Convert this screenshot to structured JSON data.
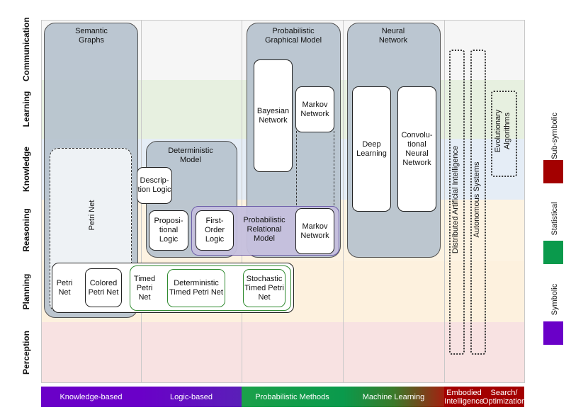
{
  "rows": [
    "Communication",
    "Learning",
    "Knowledge",
    "Reasoning",
    "Planning",
    "Perception"
  ],
  "columns": [
    "Knowledge-based",
    "Logic-based",
    "Probabilistic Methods",
    "Machine Learning",
    "Embodied Intelligence",
    "Search/ Optimization"
  ],
  "groups": {
    "semantic_graphs": "Semantic Graphs",
    "deterministic_model": "Deterministic Model",
    "pgm": "Probabilistic Graphical Model",
    "neural_network": "Neural Network",
    "petri_net_vertical": "Petri Net"
  },
  "nodes": {
    "description_logic": "Descrip-tion Logic",
    "propositional_logic": "Proposi-tional Logic",
    "first_order_logic": "First-Order Logic",
    "prm": "Probabilistic Relational Model",
    "bayesian_network": "Bayesian Network",
    "markov_network_top": "Markov Network",
    "markov_network_bottom": "Markov Network",
    "deep_learning": "Deep Learning",
    "cnn": "Convolu-tional Neural Network",
    "petri_net": "Petri Net",
    "colored_petri_net": "Colored Petri Net",
    "timed_petri_net": "Timed Petri Net",
    "det_timed_petri_net": "Deterministic Timed Petri Net",
    "stoch_timed_petri_net": "Stochastic Timed Petri Net"
  },
  "vertical_labels": {
    "dai": "Distributed Artificial Intelligence",
    "autonomous": "Autonomous Systems",
    "evolutionary": "Evolutionary Algorithms"
  },
  "legend": [
    {
      "label": "Sub-symbolic",
      "color": "#a30000"
    },
    {
      "label": "Statistical",
      "color": "#0a9a4c"
    },
    {
      "label": "Symbolic",
      "color": "#6a00c8"
    }
  ],
  "colors": {
    "communication": "#f6f6f6",
    "learning": "#e7f0e0",
    "knowledge": "#e5edf6",
    "reasoning": "#fdf3e2",
    "planning": "#fdf1de",
    "perception": "#f8e2e2"
  }
}
